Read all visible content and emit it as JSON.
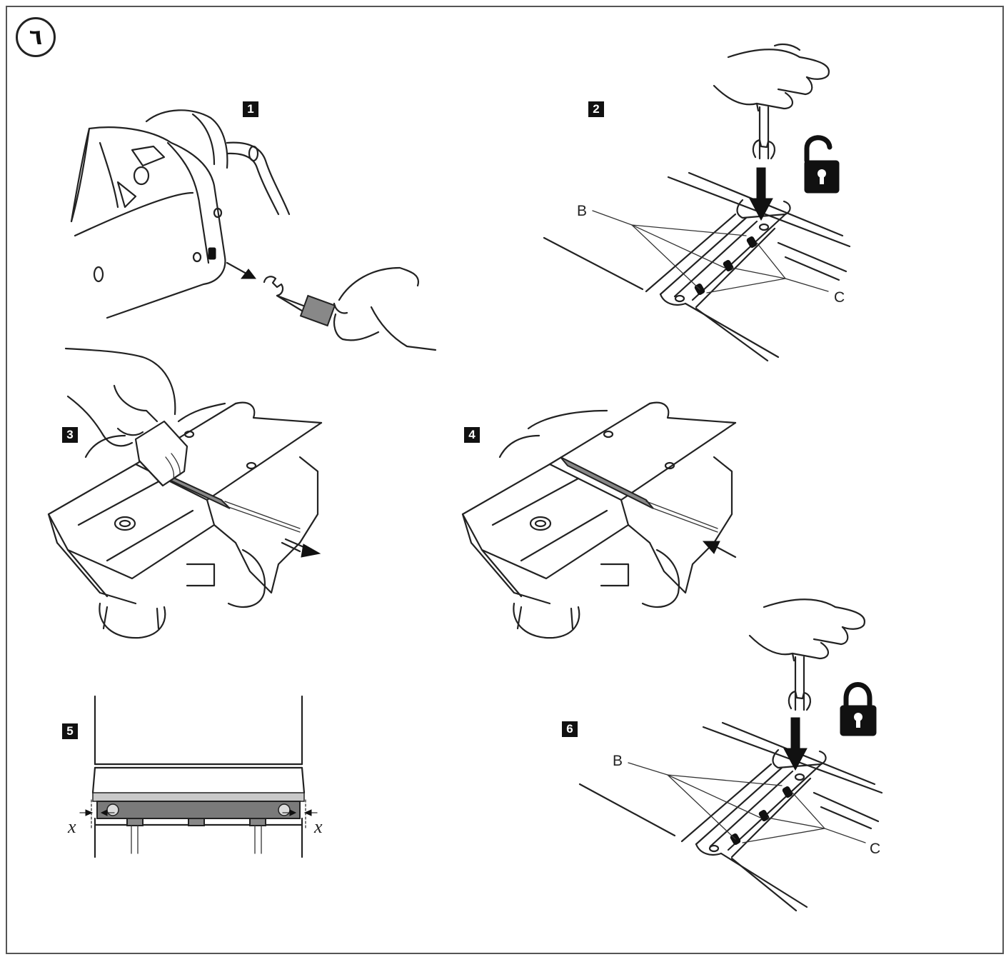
{
  "page": {
    "number_label": "٦"
  },
  "steps": [
    {
      "badge": "1"
    },
    {
      "badge": "2",
      "callouts": [
        "B",
        "C"
      ]
    },
    {
      "badge": "3"
    },
    {
      "badge": "4"
    },
    {
      "badge": "5",
      "callouts": [
        "x",
        "x"
      ]
    },
    {
      "badge": "6",
      "callouts": [
        "B",
        "C"
      ]
    }
  ],
  "icons": {
    "step2_lock": "unlocked-padlock-icon",
    "step6_lock": "locked-padlock-icon"
  },
  "colors": {
    "line": "#222222",
    "blade_fill": "#888888",
    "badge_fill": "#111111"
  }
}
